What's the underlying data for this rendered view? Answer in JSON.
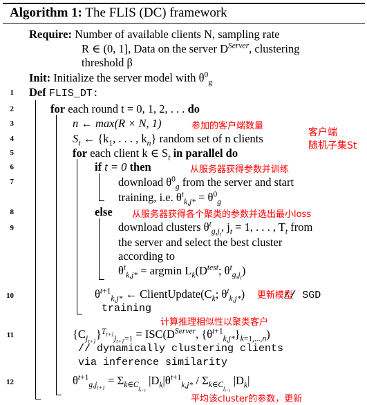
{
  "title": {
    "bold": "Algorithm 1:",
    "rest": " The FLIS (DC) framework"
  },
  "require": {
    "label": "Require:",
    "line1": "Number of available clients N, sampling rate",
    "line2": "R ∈ (0, 1], Data on the server D",
    "line2_sup": "Server",
    "line2_tail": ", clustering",
    "line3": "threshold β"
  },
  "init": {
    "label": "Init:",
    "text": "Initialize the server model with θ",
    "sup": "0",
    "sub": "g"
  },
  "lines": {
    "n1": "1",
    "n2": "2",
    "n3": "3",
    "n4": "4",
    "n5": "5",
    "n6": "6",
    "n7": "7",
    "n8": "8",
    "n9": "9",
    "n10": "10",
    "n11": "11",
    "n12": "12"
  },
  "code": {
    "l1_def": "Def",
    "l1_fn": "FLIS_DT:",
    "l2_for": "for",
    "l2_text": "each round t = 0, 1, 2, . . .",
    "l2_do": "do",
    "l3": "n ← max(R × N, 1)",
    "l4": "S",
    "l4_rest": " ← {k",
    "l4_tail": ", . . . , k",
    "l4_end": "} random set of n clients",
    "l5_for": "for",
    "l5_text": "each client k ∈ S",
    "l5_bold": "in parallel do",
    "l6_if": "if",
    "l6_text": "t = 0",
    "l6_then": "then",
    "l7a": "download θ",
    "l7a_tail": " from the server and start",
    "l7b": "training, i.e. θ",
    "l7b_tail": " = θ",
    "l8": "else",
    "l9a": "download clusters θ",
    "l9a_tail": ", j",
    "l9a_end": " = 1, . . . , T",
    "l9a_from": " from",
    "l9b": "the server and select the best cluster",
    "l9c": "according to",
    "l9d": "θ",
    "l9d_tail": " = argmin L",
    "l9d_end": "(D",
    "l9d_close": "; θ",
    "l9d_fin": ")",
    "l10a": "θ",
    "l10a_tail": " ← ClientUpdate(C",
    "l10a_mid": "; θ",
    "l10a_end": ")",
    "l10a_comment": "// SGD",
    "l10b_comment": "training",
    "l11": "{C",
    "l11_tail": "}",
    "l11_eq": " = ISC(D",
    "l11_mid": ", {θ",
    "l11_end": "}",
    "l11_fin": ")",
    "l11_c1": "// dynamically clustering clients",
    "l11_c2": "via inference similarity",
    "l12": "θ",
    "l12_eq": " = Σ",
    "l12_mid": " |D",
    "l12_mid2": "|θ",
    "l12_div": " / Σ",
    "l12_end": " |D",
    "l12_fin": "|"
  },
  "annotations": {
    "a1": "参加的客户端数量",
    "a2a": "客户端",
    "a2b": "随机子集St",
    "a3": "从服务器获得参数并训练",
    "a4": "从服务器获得各个聚类的参数并选出最小loss",
    "a5": "更新模型",
    "a6": "计算推理相似性以聚类客户",
    "a7": "平均该cluster的参数，更新"
  },
  "colors": {
    "annotation": "#ff0000",
    "text": "#000000"
  }
}
